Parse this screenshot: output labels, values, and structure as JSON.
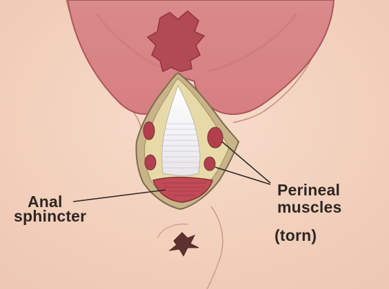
{
  "labels": {
    "anal_line1": "Anal",
    "anal_line2": "sphincter",
    "perineal_line1": "Perineal",
    "perineal_line2": "muscles",
    "perineal_line3": "(torn)"
  }
}
